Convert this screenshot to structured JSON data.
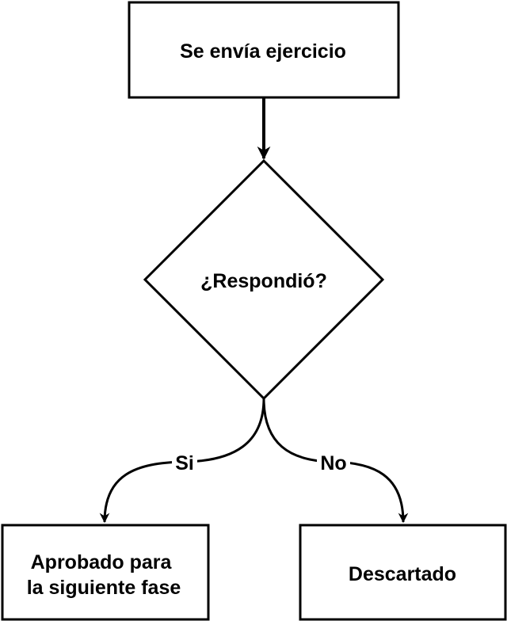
{
  "nodes": {
    "start": {
      "label": "Se envía ejercicio"
    },
    "decision": {
      "label": "¿Respondió?"
    },
    "approved": {
      "lines": [
        "Aprobado para",
        "la siguiente fase"
      ]
    },
    "discarded": {
      "label": "Descartado"
    }
  },
  "edges": {
    "yes": {
      "label": "Si"
    },
    "no": {
      "label": "No"
    }
  },
  "colors": {
    "stroke": "#000000",
    "fill": "#ffffff",
    "text": "#000000"
  }
}
